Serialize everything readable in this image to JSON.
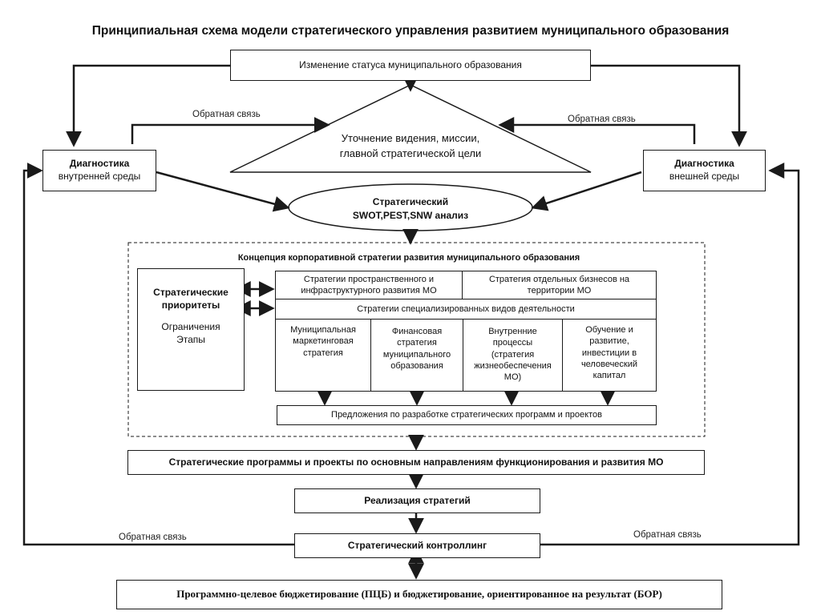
{
  "title": "Принципиальная схема модели стратегического управления развитием муниципального образования",
  "status_change": "Изменение статуса муниципального образования",
  "vision": {
    "line1": "Уточнение видения, миссии,",
    "line2": "главной стратегической цели"
  },
  "feedback_label": "Обратная связь",
  "diag_internal": {
    "title": "Диагностика",
    "subtitle": "внутренней среды"
  },
  "diag_external": {
    "title": "Диагностика",
    "subtitle": "внешней среды"
  },
  "strategic_analysis": {
    "line1": "Стратегический",
    "line2": "SWOT,PEST,SNW анализ"
  },
  "concept_title": "Концепция корпоративной стратегии развития муниципального образования",
  "priorities": {
    "line1": "Стратегические",
    "line2": "приоритеты",
    "line3": "Ограничения",
    "line4": "Этапы"
  },
  "strategy_spatial": {
    "line1": "Стратегии пространственного и",
    "line2": "инфраструктурного развития МО"
  },
  "strategy_business": {
    "line1": "Стратегия отдельных бизнесов на",
    "line2": "территории МО"
  },
  "strategy_specialized": "Стратегии специализированных видов деятельности",
  "sub_strategies": [
    {
      "line1": "Муниципальная",
      "line2": "маркетинговая",
      "line3": "стратегия",
      "line4": ""
    },
    {
      "line1": "Финансовая",
      "line2": "стратегия",
      "line3": "муниципального",
      "line4": "образования"
    },
    {
      "line1": "Внутренние",
      "line2": "процессы",
      "line3": "(стратегия",
      "line4": "жизнеобеспечения МО)"
    },
    {
      "line1": "Обучение и",
      "line2": "развитие,",
      "line3": "инвестиции в",
      "line4": "человеческий капитал"
    }
  ],
  "proposals": "Предложения по разработке стратегических программ и проектов",
  "programs": "Стратегические программы и проекты по основным направлениям функционирования и развития МО",
  "implementation": "Реализация стратегий",
  "controlling": "Стратегический контроллинг",
  "budgeting": "Программно-целевое бюджетирование (ПЦБ)  и бюджетирование, ориентированное на результат (БОР)"
}
